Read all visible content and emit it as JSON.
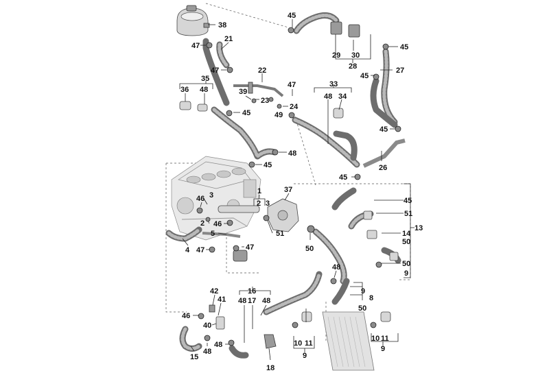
{
  "callouts": [
    {
      "id": "c38a",
      "text": "38"
    },
    {
      "id": "c45a",
      "text": "45"
    },
    {
      "id": "c47a",
      "text": "47"
    },
    {
      "id": "c21",
      "text": "21"
    },
    {
      "id": "c47b",
      "text": "47"
    },
    {
      "id": "c22",
      "text": "22"
    },
    {
      "id": "c35",
      "text": "35"
    },
    {
      "id": "c36",
      "text": "36"
    },
    {
      "id": "c48a",
      "text": "48"
    },
    {
      "id": "c39",
      "text": "39"
    },
    {
      "id": "c23",
      "text": "23"
    },
    {
      "id": "c47c",
      "text": "47"
    },
    {
      "id": "c24",
      "text": "24"
    },
    {
      "id": "c45b",
      "text": "45"
    },
    {
      "id": "c49",
      "text": "49"
    },
    {
      "id": "c33",
      "text": "33"
    },
    {
      "id": "c48b",
      "text": "48"
    },
    {
      "id": "c34",
      "text": "34"
    },
    {
      "id": "c29",
      "text": "29"
    },
    {
      "id": "c30",
      "text": "30"
    },
    {
      "id": "c28",
      "text": "28"
    },
    {
      "id": "c45c",
      "text": "45"
    },
    {
      "id": "c27",
      "text": "27"
    },
    {
      "id": "c45d",
      "text": "45"
    },
    {
      "id": "c45e",
      "text": "45"
    },
    {
      "id": "c48c",
      "text": "48"
    },
    {
      "id": "c45f",
      "text": "45"
    },
    {
      "id": "c26",
      "text": "26"
    },
    {
      "id": "c45g",
      "text": "45"
    },
    {
      "id": "c37",
      "text": "37"
    },
    {
      "id": "c1",
      "text": "1"
    },
    {
      "id": "c2a",
      "text": "2"
    },
    {
      "id": "c3a",
      "text": "3"
    },
    {
      "id": "c46a",
      "text": "46"
    },
    {
      "id": "c3b",
      "text": "3"
    },
    {
      "id": "c2b",
      "text": "2"
    },
    {
      "id": "c46b",
      "text": "46"
    },
    {
      "id": "c5",
      "text": "5"
    },
    {
      "id": "c51a",
      "text": "51"
    },
    {
      "id": "c4",
      "text": "4"
    },
    {
      "id": "c47d",
      "text": "47"
    },
    {
      "id": "c47e",
      "text": "47"
    },
    {
      "id": "c50a",
      "text": "50"
    },
    {
      "id": "c45h",
      "text": "45"
    },
    {
      "id": "c51b",
      "text": "51"
    },
    {
      "id": "c13",
      "text": "13"
    },
    {
      "id": "c14",
      "text": "14"
    },
    {
      "id": "c50b",
      "text": "50"
    },
    {
      "id": "c50c",
      "text": "50"
    },
    {
      "id": "c9a",
      "text": "9"
    },
    {
      "id": "c48d",
      "text": "48"
    },
    {
      "id": "c9b",
      "text": "9"
    },
    {
      "id": "c8",
      "text": "8"
    },
    {
      "id": "c50d",
      "text": "50"
    },
    {
      "id": "c42",
      "text": "42"
    },
    {
      "id": "c41",
      "text": "41"
    },
    {
      "id": "c16",
      "text": "16"
    },
    {
      "id": "c48e",
      "text": "48"
    },
    {
      "id": "c17",
      "text": "17"
    },
    {
      "id": "c48f",
      "text": "48"
    },
    {
      "id": "c46c",
      "text": "46"
    },
    {
      "id": "c40",
      "text": "40"
    },
    {
      "id": "c48g",
      "text": "48"
    },
    {
      "id": "c48h",
      "text": "48"
    },
    {
      "id": "c15",
      "text": "15"
    },
    {
      "id": "c18",
      "text": "18"
    },
    {
      "id": "c10a",
      "text": "10"
    },
    {
      "id": "c11a",
      "text": "11"
    },
    {
      "id": "c9c",
      "text": "9"
    },
    {
      "id": "c10b",
      "text": "10"
    },
    {
      "id": "c11b",
      "text": "11"
    },
    {
      "id": "c9d",
      "text": "9"
    }
  ]
}
